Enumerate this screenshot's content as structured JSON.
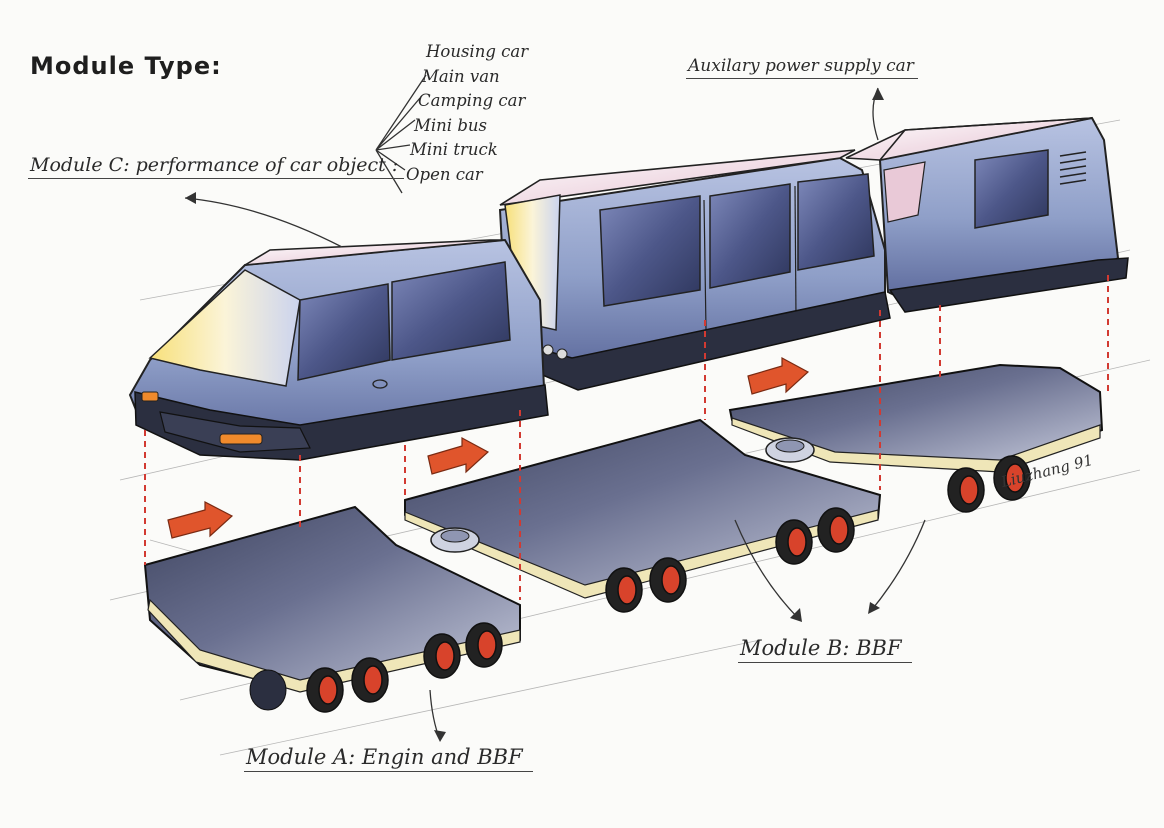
{
  "title": "Module Type:",
  "module_c": "Module C: performance of car object :",
  "module_b": "Module B: BBF",
  "module_a": "Module A: Engin and BBF",
  "auxiliary": "Auxilary power supply car",
  "module_c_types": [
    "Housing car",
    "Main van",
    "Camping car",
    "Mini bus",
    "Mini truck",
    "Open car"
  ],
  "signature": "Liuzhang 91",
  "colors": {
    "body_blue": "#8f9fc8",
    "body_dark": "#3e4a78",
    "window": "#5a6596",
    "roof_pink": "#f1dde6",
    "highlight_yellow": "#f4e27a",
    "platform": "#5a6078",
    "platform_light": "#b8bdd2",
    "deck_edge": "#efe6b8",
    "arrow_orange": "#e0552c",
    "guide_red": "#d23a32",
    "wheel_red": "#d8432b"
  }
}
